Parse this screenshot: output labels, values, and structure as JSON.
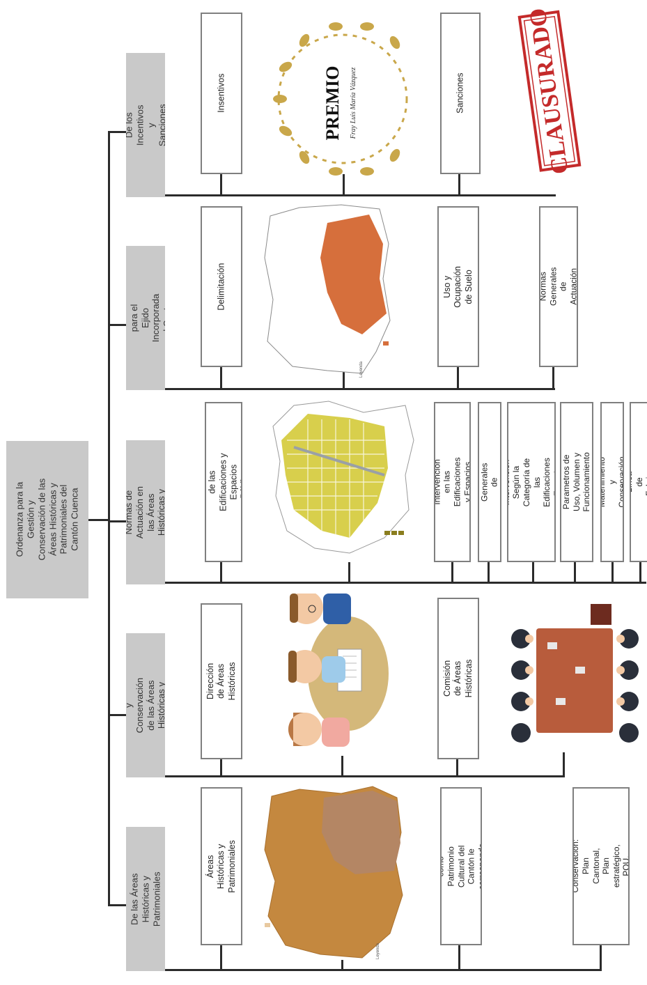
{
  "root": {
    "title": "Ordenanza para la Gestión y Conservación de las Áreas Históricas y Patrimoniales del Cantón Cuenca"
  },
  "colors": {
    "header_bg": "#c9c9c9",
    "box_border": "#7f7f7f",
    "line": "#2b2b2b",
    "stamp_red": "#c42a2a",
    "map_orange": "#d66f3c",
    "map_brown": "#c4883f",
    "map_tan": "#b48664"
  },
  "sections": [
    {
      "header": "De las Áreas Históricas y Patrimoniales",
      "items": [
        "Áreas Históricas y Patrimoniales",
        "La declaratoria como Patrimonio Cultural del Cantón le corresponde al Consejo Cantonal",
        "Instrumentos de Gestión y Conservación: Plan Cantonal, Plan estratégico, POU, Reglamentos e Inventarios"
      ]
    },
    {
      "header": "De la Gestión y Conservación de las Áreas Históricas y Patrimoniales",
      "items": [
        "Dirección de Áreas Históricas",
        "Comisión de Áreas Históricas"
      ]
    },
    {
      "header": "De las Normas de Actuación en las Áreas Históricas y patrimoniales",
      "items": [
        "Categorización de las Edificaciones y Espacios Públicos",
        "Tipos de Intervención en las Edificaciones y Espacios Públicos",
        "Normas Generales de Actuación",
        "Tipos de Intervención Según la Categoría de las Edificaciones y Espacios Públicos",
        "Parametros de Uso, Volumen y Funcionamiento",
        "Matenimiento y Conservación",
        "Línea de Fabrica"
      ]
    },
    {
      "header": "Normas Generales para el Ejido Incorporada al Centro Histórico",
      "items": [
        "Delimitación",
        "Uso y Ocupación de Suelo",
        "Normas Generales de Actuación"
      ]
    },
    {
      "header": "De los Incentivos y Sanciones",
      "items": [
        "Insentivos",
        "Sanciones"
      ]
    }
  ],
  "illustrations": {
    "award": {
      "word": "PREMIO",
      "signature": "Fray Luis María Vázquez"
    },
    "stamp": {
      "word": "CLAUSURADO"
    },
    "legend_word": "Leyenda"
  }
}
